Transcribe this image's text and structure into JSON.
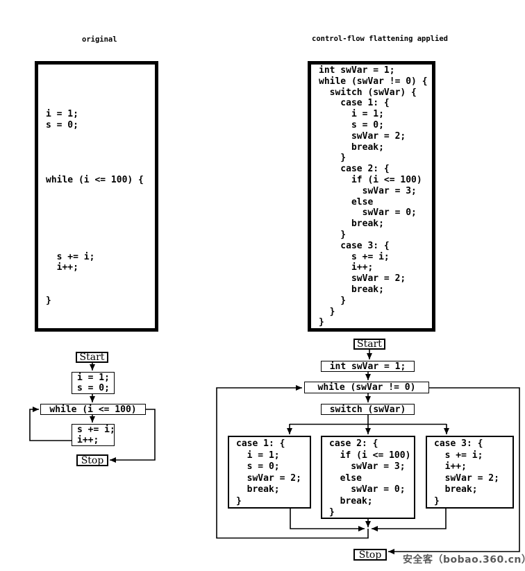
{
  "titles": {
    "left": "original",
    "right": "control-flow flattening applied"
  },
  "code_boxes": {
    "original": "\n\n\n\ni = 1;\ns = 0;\n\n\n\n\nwhile (i <= 100) {\n\n\n\n\n\n\n  s += i;\n  i++;\n\n\n}",
    "flattened": "int swVar = 1;\nwhile (swVar != 0) {\n  switch (swVar) {\n    case 1: {\n      i = 1;\n      s = 0;\n      swVar = 2;\n      break;\n    }\n    case 2: {\n      if (i <= 100)\n        swVar = 3;\n      else\n        swVar = 0;\n      break;\n    }\n    case 3: {\n      s += i;\n      i++;\n      swVar = 2;\n      break;\n    }\n  }\n}"
  },
  "flowchart_original": {
    "start_label": "Start",
    "init_block": "i = 1;\ns = 0;",
    "loop_condition": "while (i <= 100)",
    "loop_body": "s += i;\ni++;",
    "stop_label": "Stop"
  },
  "flowchart_flattened": {
    "start_label": "Start",
    "init_block": "int swVar = 1;",
    "loop_condition": "while (swVar != 0)",
    "switch_header": "switch (swVar)",
    "case1_block": "case 1: {\n  i = 1;\n  s = 0;\n  swVar = 2;\n  break;\n}",
    "case2_block": "case 2: {\n  if (i <= 100)\n    swVar = 3;\n  else\n    swVar = 0;\n  break;\n}",
    "case3_block": "case 3: {\n  s += i;\n  i++;\n  swVar = 2;\n  break;\n}",
    "stop_label": "Stop"
  },
  "watermark": {
    "text": "安全客（bobao.360.cn）",
    "color": "#5a5a5a"
  },
  "colors": {
    "ink": "#000000",
    "background": "#ffffff"
  }
}
